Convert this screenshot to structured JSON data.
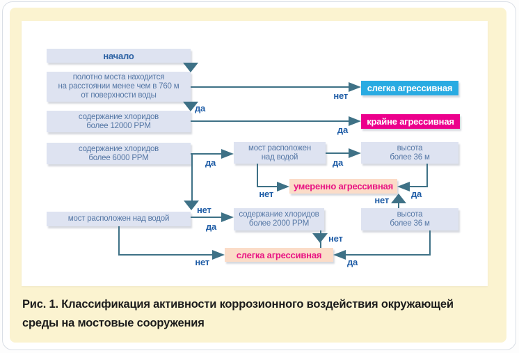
{
  "palette": {
    "cream_panel": "#fbf3d0",
    "node_fill": "#dee3f1",
    "node_text": "#5577a5",
    "arrow_teal": "#3e7186",
    "result_cyan": "#29abe2",
    "result_magenta": "#ec008c",
    "result_peach": "#fbdcc8",
    "peach_text": "#e81383",
    "edge_label_blue": "#1e5ca6"
  },
  "flowchart": {
    "nodes": {
      "start": {
        "label": "начало"
      },
      "deck_distance": {
        "label": "полотно моста находится\nна расстоянии менее чем в 760 м\nот поверхности воды"
      },
      "chloride_12000": {
        "label": "содержание хлоридов\nболее 12000 PPM"
      },
      "chloride_6000": {
        "label": "содержание хлоридов\nболее 6000 PPM"
      },
      "bridge_over_water_top": {
        "label": "мост расположен\nнад водой"
      },
      "bridge_over_water_bottom": {
        "label": "мост расположен над водой"
      },
      "chloride_2000": {
        "label": "содержание хлоридов\nболее 2000 PPM"
      },
      "height_36_top": {
        "label": "высота\nболее 36 м"
      },
      "height_36_bottom": {
        "label": "высота\nболее 36 м"
      }
    },
    "results": {
      "slightly_aggressive_cyan": {
        "label": "слегка агрессивная"
      },
      "extremely_aggressive": {
        "label": "крайне агрессивная"
      },
      "moderately_aggressive": {
        "label": "умеренно агрессивная"
      },
      "slightly_aggressive_peach": {
        "label": "слегка агрессивная"
      }
    },
    "edge_labels": {
      "yes": "да",
      "no": "нет"
    }
  },
  "caption": {
    "text": "Рис. 1. Классификация активности коррозионного воздействия окружающей\nсреды на мостовые сооружения"
  }
}
